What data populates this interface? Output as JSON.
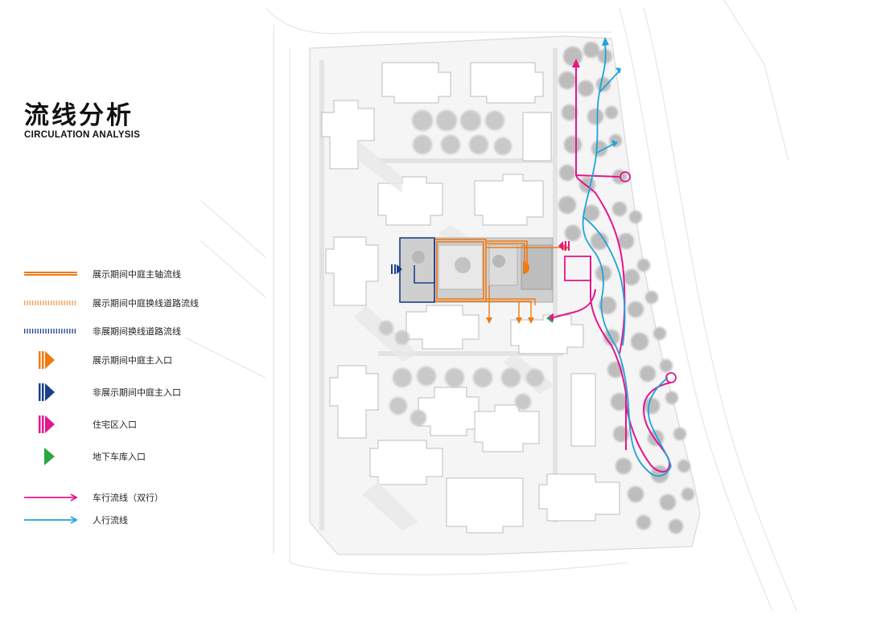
{
  "title": {
    "zh": "流线分析",
    "en": "CIRCULATION ANALYSIS"
  },
  "legend": [
    {
      "label": "展示期间中庭主轴流线",
      "symbol": "orange-double-line",
      "color": "#f07a12"
    },
    {
      "label": "展示期间中庭换线道路流线",
      "symbol": "orange-dashed-line",
      "color": "#f59a4a"
    },
    {
      "label": "非展期间换线道路流线",
      "symbol": "blue-dashed-line",
      "color": "#1c3f8c"
    },
    {
      "label": "展示期间中庭主入口",
      "symbol": "orange-entry-arrow",
      "color": "#f07a12"
    },
    {
      "label": "非展示期间中庭主入口",
      "symbol": "blue-entry-arrow",
      "color": "#1c3f8c"
    },
    {
      "label": "住宅区入口",
      "symbol": "magenta-entry-arrow",
      "color": "#e4168c"
    },
    {
      "label": "地下车库入口",
      "symbol": "green-triangle",
      "color": "#2aa744"
    },
    {
      "label": "车行流线（双行）",
      "symbol": "magenta-arrow-line",
      "color": "#e4168c"
    },
    {
      "label": "人行流线",
      "symbol": "cyan-arrow-line",
      "color": "#1ea3dc"
    }
  ],
  "colors": {
    "orange": "#f07a12",
    "navy": "#1c3f8c",
    "magenta": "#e4168c",
    "green": "#2aa744",
    "cyan": "#1ea3dc"
  }
}
